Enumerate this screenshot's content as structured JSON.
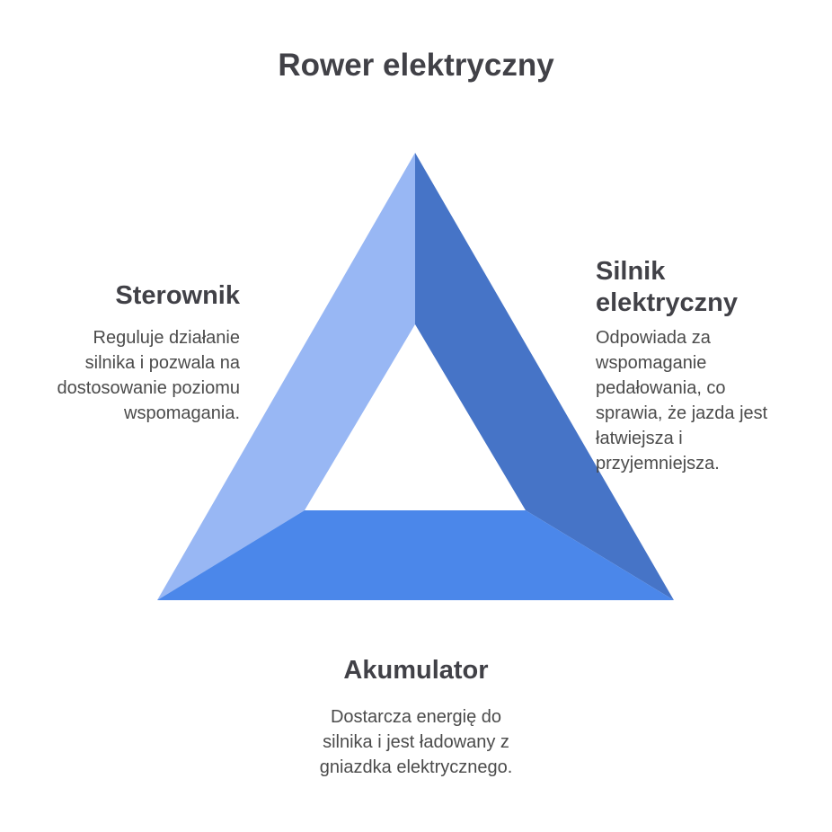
{
  "title": "Rower elektryczny",
  "colors": {
    "left_side": "#98B7F4",
    "right_side": "#4674C7",
    "bottom_side": "#4B87EA",
    "heading_text": "#414147",
    "body_text": "#4B4B4B",
    "background": "#FFFFFF"
  },
  "sections": {
    "sterownik": {
      "title": "Sterownik",
      "body_lines": [
        "Reguluje działanie",
        "silnika i pozwala na",
        "dostosowanie poziomu",
        "wspomagania."
      ]
    },
    "silnik": {
      "title_lines": [
        "Silnik",
        "elektryczny"
      ],
      "body_lines": [
        "Odpowiada za",
        "wspomaganie",
        "pedałowania, co",
        "sprawia, że jazda jest",
        "łatwiejsza i",
        "przyjemniejsza."
      ]
    },
    "akumulator": {
      "title": "Akumulator",
      "body_lines": [
        "Dostarcza energię do",
        "silnika i jest ładowany z",
        "gniazdka elektrycznego."
      ]
    }
  }
}
